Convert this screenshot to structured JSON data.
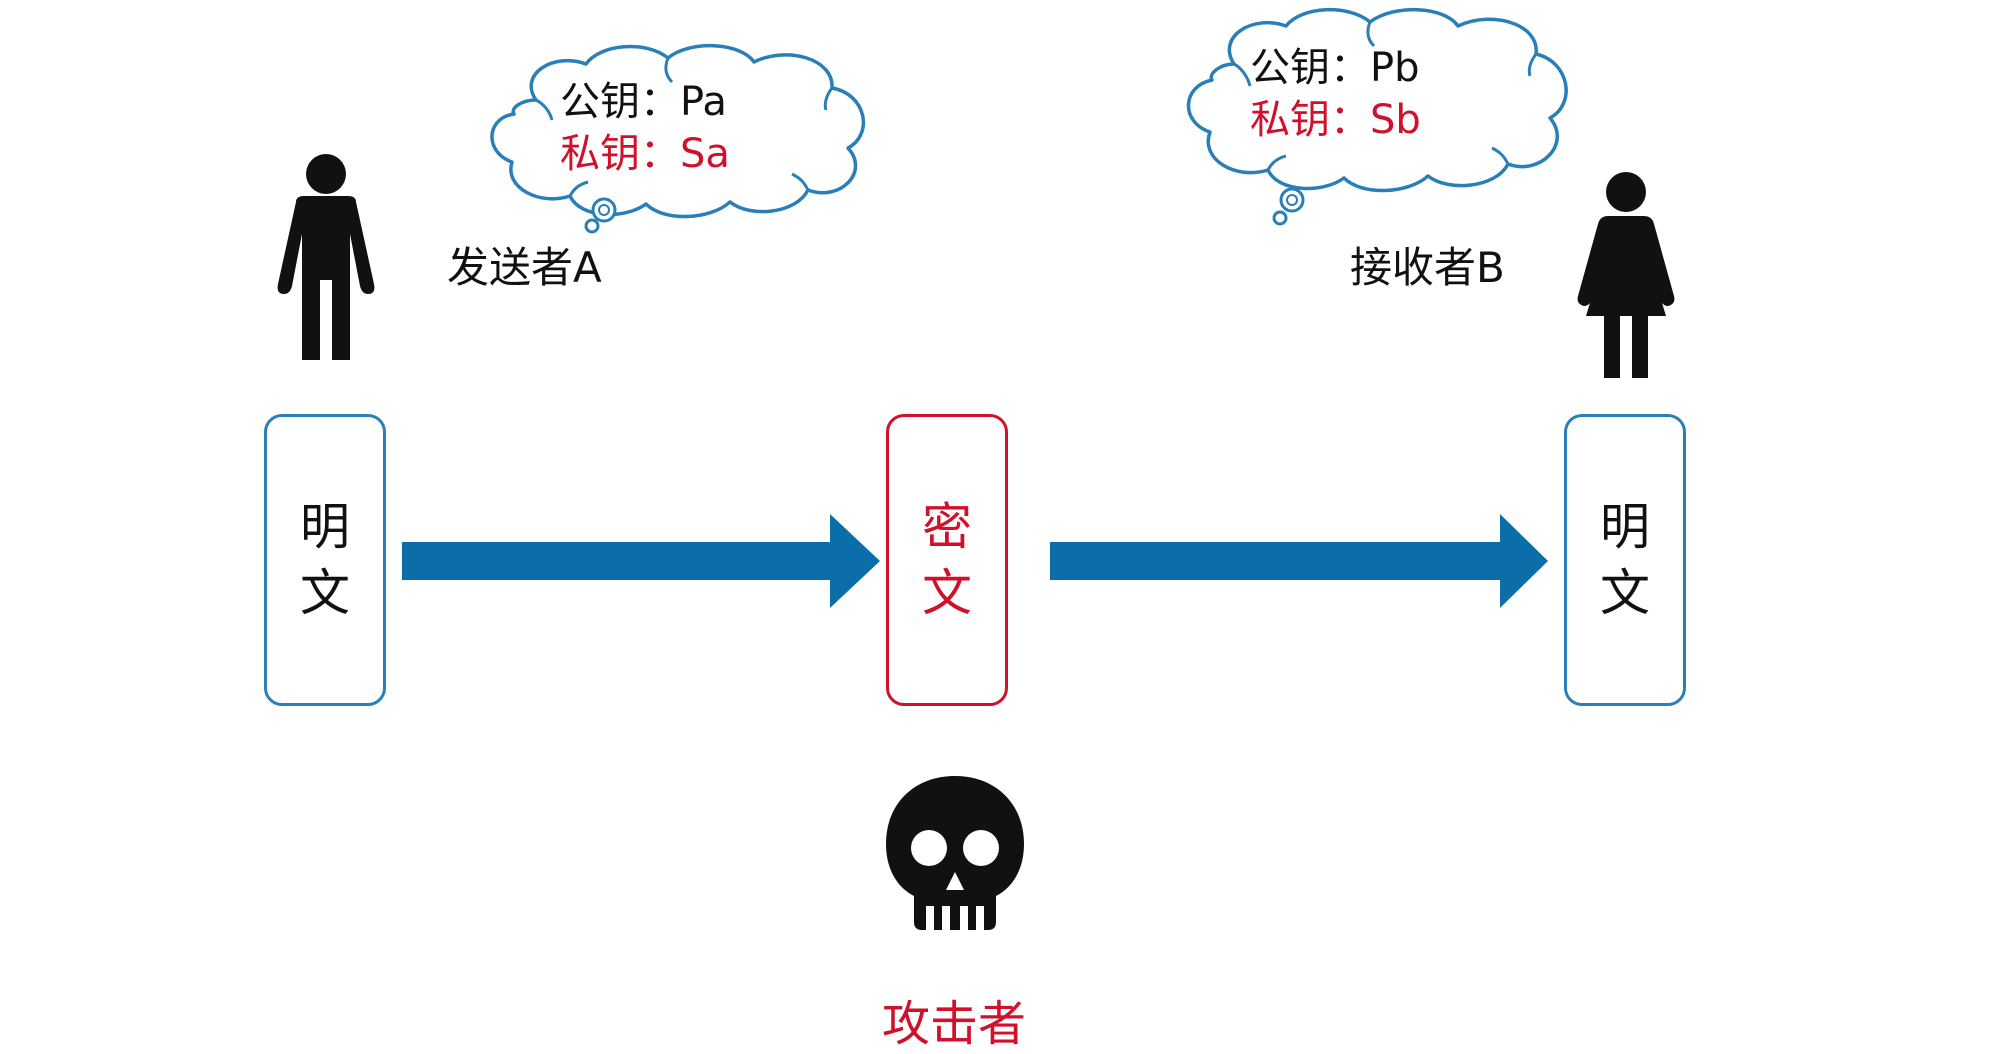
{
  "sender": {
    "label": "发送者A",
    "public_key": "公钥：Pa",
    "private_key": "私钥：Sa"
  },
  "receiver": {
    "label": "接收者B",
    "public_key": "公钥：Pb",
    "private_key": "私钥：Sb"
  },
  "plaintext_left": [
    "明",
    "文"
  ],
  "ciphertext": [
    "密",
    "文"
  ],
  "plaintext_right": [
    "明",
    "文"
  ],
  "attacker": {
    "label": "攻击者"
  },
  "colors": {
    "arrow": "#0b6ea8",
    "plain_border": "#2a7fb8",
    "cipher": "#d0112b",
    "cloud_stroke": "#2a7fb8",
    "text": "#111111"
  },
  "icons": {
    "sender": "man-icon",
    "receiver": "woman-icon",
    "attacker": "skull-icon"
  }
}
